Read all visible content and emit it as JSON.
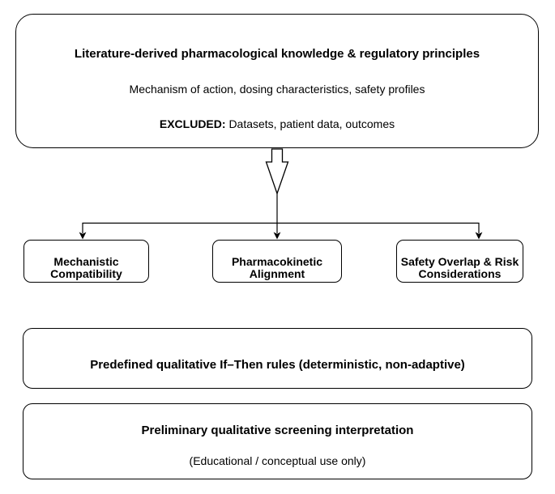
{
  "top_box": {
    "title": "Literature-derived pharmacological knowledge & regulatory principles",
    "subtitle": "Mechanism of action, dosing characteristics, safety profiles",
    "excluded_label": "EXCLUDED:",
    "excluded_text": "Datasets, patient data, outcomes"
  },
  "criteria_boxes": [
    {
      "line1": "Mechanistic",
      "line2": "Compatibility"
    },
    {
      "line1": "Pharmacokinetic",
      "line2": "Alignment"
    },
    {
      "line1": "Safety Overlap & Risk",
      "line2": "Considerations"
    }
  ],
  "rules_box": {
    "label": "Predefined qualitative If–Then rules (deterministic, non-adaptive)"
  },
  "output_box": {
    "title": "Preliminary qualitative screening interpretation",
    "subtitle": "(Educational / conceptual use only)"
  },
  "colors": {
    "line": "#000000",
    "box_fill": "#ffffff",
    "background": "#ffffff",
    "text": "#000000"
  }
}
